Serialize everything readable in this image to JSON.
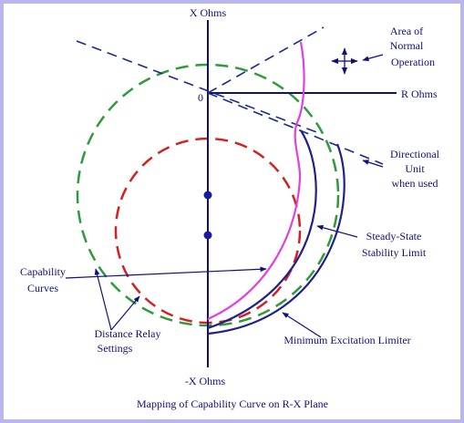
{
  "diagram": {
    "axis_labels": {
      "x_top": "X Ohms",
      "x_bottom": "-X Ohms",
      "r_right": "R Ohms",
      "origin": "0"
    },
    "labels": {
      "area_normal": [
        "Area of",
        "Normal",
        "Operation"
      ],
      "directional_unit": [
        "Directional",
        "Unit",
        "when used"
      ],
      "steady_state": [
        "Steady-State",
        "Stability Limit"
      ],
      "capability_curves": [
        "Capability",
        "Curves"
      ],
      "distance_relay": [
        "Distance Relay",
        "Settings"
      ],
      "min_excitation": "Minimum Excitation Limiter"
    },
    "caption": "Mapping of Capability Curve on R-X Plane",
    "colors": {
      "frame": "#b9b6ec",
      "axes": "#10107a",
      "dashed_lines": "#1a2a8c",
      "outer_circle": "#2e9a3c",
      "inner_circle": "#d42020",
      "capability_curve": "#e040e0",
      "limit_curves": "#20208a",
      "points": "#1a1aa0"
    }
  }
}
